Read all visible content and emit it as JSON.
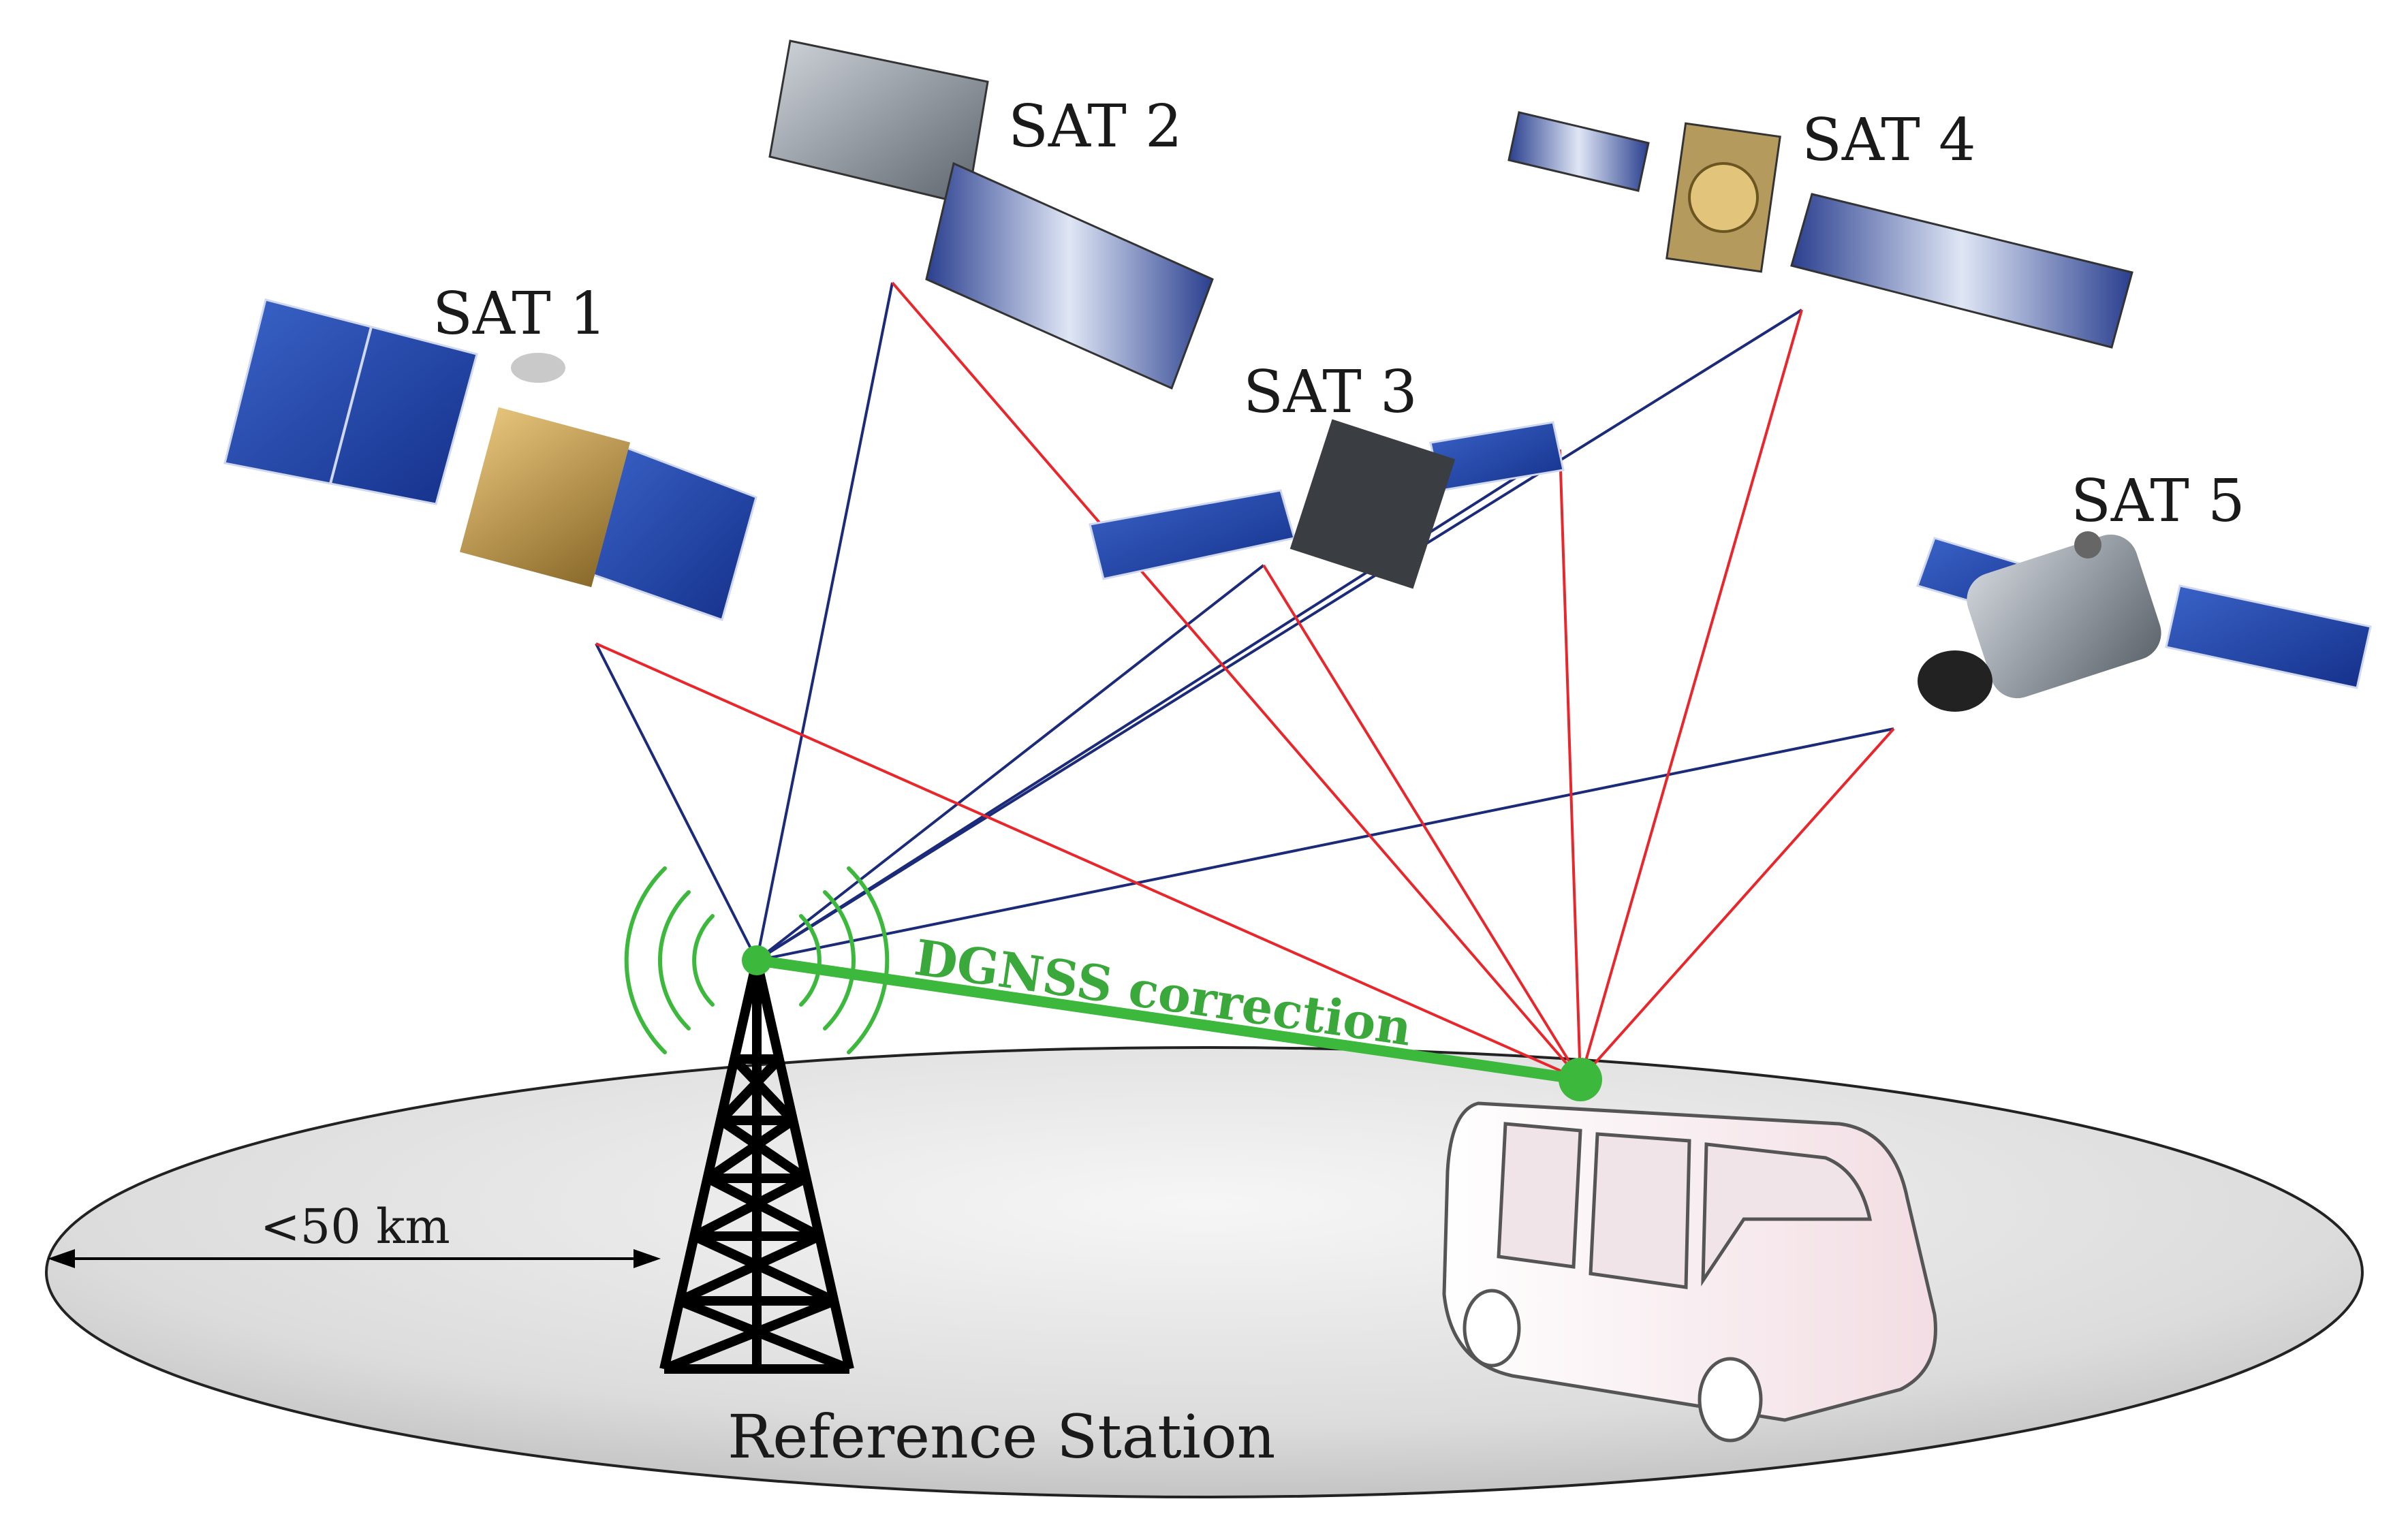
{
  "satellites": [
    {
      "id": "sat1",
      "label": "SAT 1"
    },
    {
      "id": "sat2",
      "label": "SAT 2"
    },
    {
      "id": "sat3",
      "label": "SAT 3"
    },
    {
      "id": "sat4",
      "label": "SAT 4"
    },
    {
      "id": "sat5",
      "label": "SAT 5"
    }
  ],
  "correction_label": "DGNSS correction",
  "distance_label": "<50 km",
  "station_label": "Reference Station",
  "colors": {
    "reference_link": "#1c2a7a",
    "rover_link": "#e8262b",
    "correction": "#3cb83c",
    "ground": "#e6e6e6",
    "solar_panel": "#1e3f9a"
  }
}
